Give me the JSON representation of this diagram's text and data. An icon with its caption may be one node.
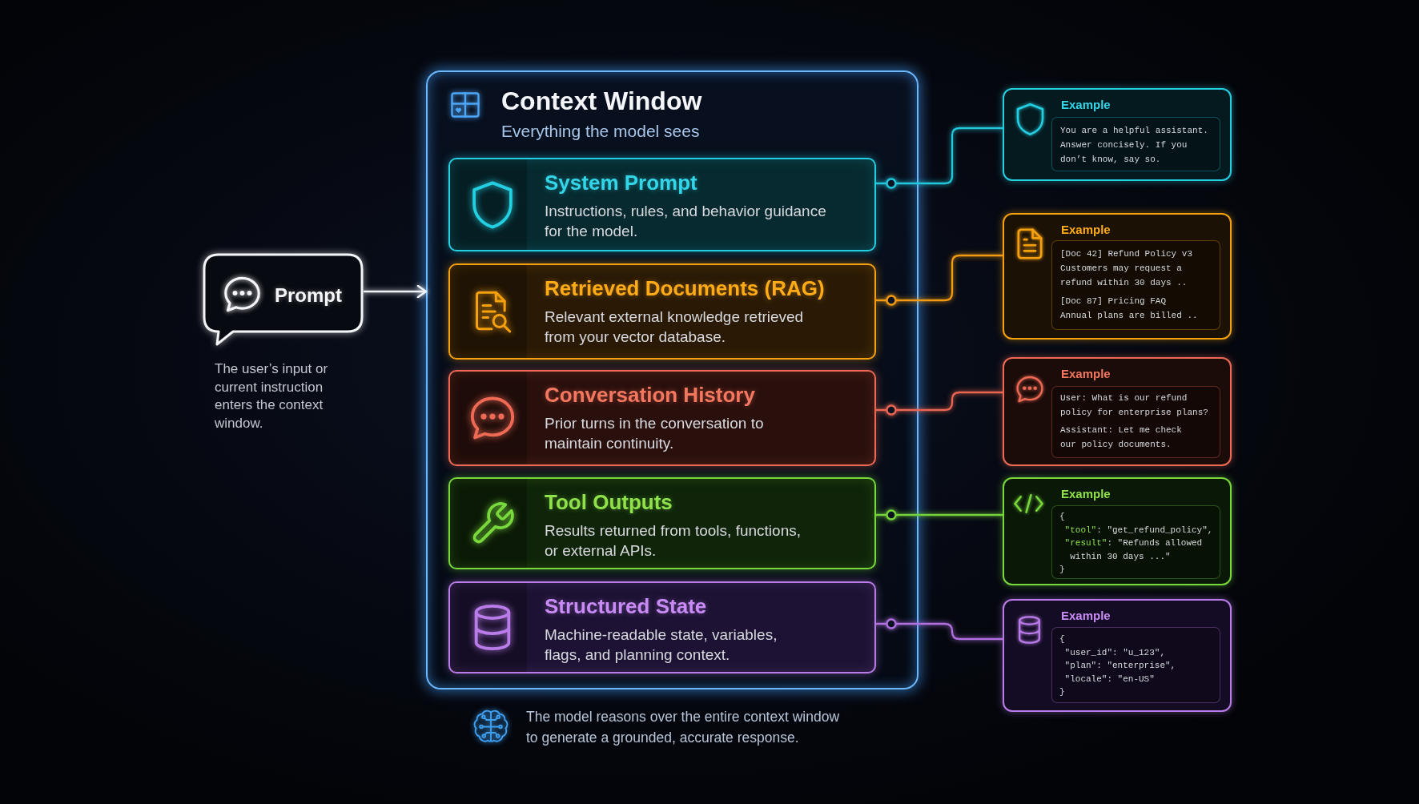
{
  "diagram": {
    "nodes": [
      {
        "text": [
          "Prompt"
        ],
        "beside": [
          "The user’s input or current instruction enters the context window."
        ]
      },
      {
        "text": [
          "Context Window",
          "Everything the model sees"
        ]
      },
      {
        "text": [
          "System Prompt",
          "Instructions, rules, and behavior guidance for the model."
        ],
        "in": 1
      },
      {
        "text": [
          "Retrieved Documents (RAG)",
          "Relevant external knowledge retrieved from your vector database."
        ],
        "in": 1
      },
      {
        "text": [
          "Conversation History",
          "Prior turns in the conversation to maintain continuity."
        ],
        "in": 1
      },
      {
        "text": [
          "Tool Outputs",
          "Results returned from tools, functions, or external APIs."
        ],
        "in": 1
      },
      {
        "text": [
          "Structured State",
          "Machine-readable state, variables, flags, and planning context."
        ],
        "in": 1
      },
      {
        "text": [
          "Example"
        ]
      },
      {
        "text": [
          "You are a helpful assistant. Answer concisely. If you don’t know, say so."
        ],
        "in": 7
      },
      {
        "text": [
          "Example"
        ]
      },
      {
        "text": [
          "[Doc 42] Refund Policy v3 Customers may request a refund within 30 days ..",
          "[Doc 87] Pricing FAQ Annual plans are billed .."
        ],
        "in": 9
      },
      {
        "text": [
          "Example"
        ]
      },
      {
        "text": [
          "User: What is our refund policy for enterprise plans?",
          "Assistant: Let me check our policy documents."
        ],
        "in": 11
      },
      {
        "text": [
          "Example"
        ]
      },
      {
        "text": [
          "{",
          "\"tool\": \"get_refund_policy\",",
          "\"result\": \"Refunds allowed within 30 days ...\"",
          "}"
        ],
        "in": 13
      },
      {
        "text": [
          "Example"
        ]
      },
      {
        "text": [
          "{",
          "\"user_id\": \"u_123\",",
          "\"plan\": \"enterprise\",",
          "\"locale\": \"en-US\"",
          "}"
        ],
        "in": 15
      }
    ],
    "edges": [
      {
        "from": 0,
        "to": 1,
        "arrow": "to"
      },
      {
        "from": 2,
        "to": 7,
        "arrow": "other",
        "color": "#22c7dc"
      },
      {
        "from": 3,
        "to": 9,
        "arrow": "other",
        "color": "#f29a12"
      },
      {
        "from": 4,
        "to": 11,
        "arrow": "other",
        "color": "#ea6652"
      },
      {
        "from": 5,
        "to": 13,
        "arrow": "other",
        "color": "#74d23a"
      },
      {
        "from": 6,
        "to": 15,
        "arrow": "other",
        "color": "#b070e0"
      }
    ],
    "labels": [
      "The model reasons over the entire context window to generate a grounded, accurate response."
    ]
  }
}
